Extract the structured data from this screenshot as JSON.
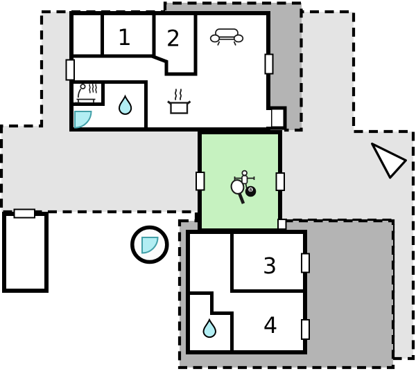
{
  "plan": {
    "rooms": [
      {
        "label": "1"
      },
      {
        "label": "2"
      },
      {
        "label": "3"
      },
      {
        "label": "4"
      }
    ],
    "icons": {
      "billiards_label": "8",
      "names": [
        "sofa",
        "sauna",
        "corner-shower",
        "water-drop",
        "stove-pot",
        "foosball",
        "table-tennis",
        "billiards-8-ball",
        "outdoor-shower",
        "north-arrow"
      ]
    },
    "colors": {
      "plot": "#e4e4e4",
      "terrace": "#b4b4b4",
      "games_room": "#c6f2c0",
      "water": "#b2eef3",
      "water_edge": "#43a0a8",
      "wall": "#000000"
    }
  }
}
